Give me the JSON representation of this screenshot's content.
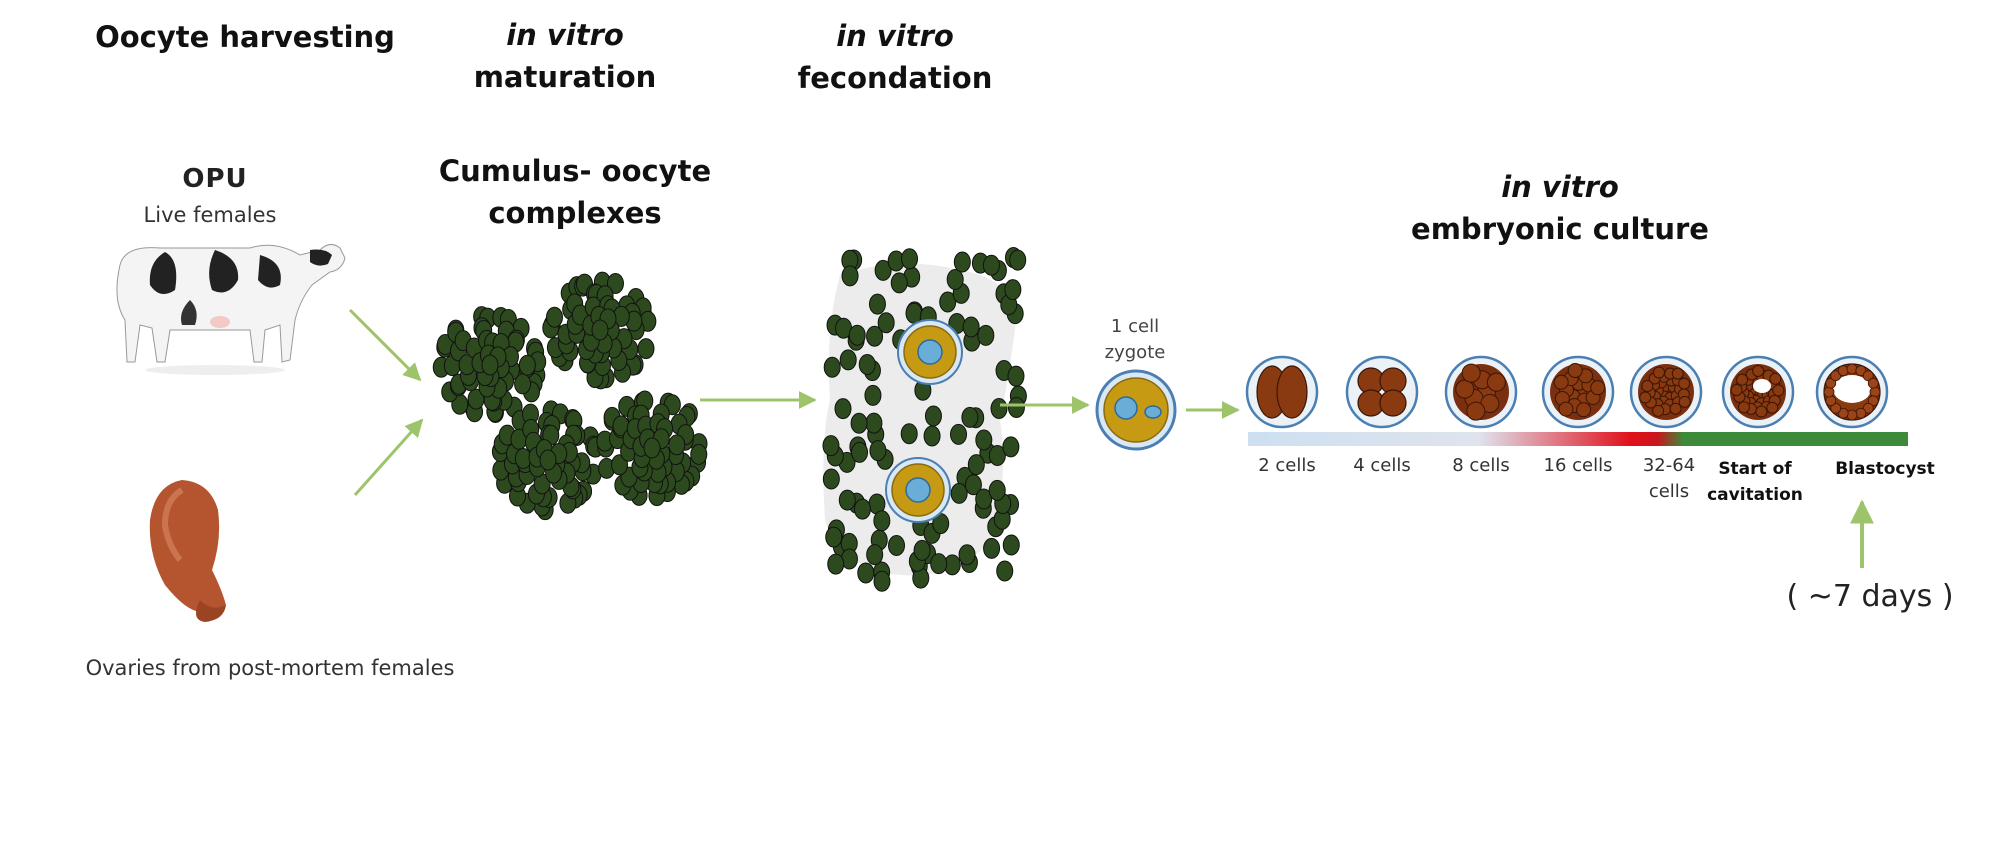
{
  "headers": {
    "oocyte_harvesting": "Oocyte harvesting",
    "ivm_italic": "in vitro",
    "ivm_text": "maturation",
    "ivf_italic": "in vitro",
    "ivf_text": "fecondation",
    "cumulus_line1": "Cumulus- oocyte",
    "cumulus_line2": "complexes",
    "culture_italic": "in vitro",
    "culture_text": "embryonic culture"
  },
  "sources": {
    "opu_title": "OPU",
    "opu_subtitle": "Live females",
    "ovaries_caption": "Ovaries from post-mortem females"
  },
  "zygote": {
    "line1": "1 cell",
    "line2": "zygote"
  },
  "stages": [
    {
      "label": "2 cells",
      "bold": false
    },
    {
      "label": "4 cells",
      "bold": false
    },
    {
      "label": "8 cells",
      "bold": false
    },
    {
      "label": "16 cells",
      "bold": false
    },
    {
      "label": "32-64 cells",
      "bold": false
    },
    {
      "label": "Start of cavitation",
      "bold": true
    },
    {
      "label": "Blastocyst",
      "bold": true
    }
  ],
  "duration": "( ~7 days )",
  "colors": {
    "arrow": "#9dc46a",
    "cumulus_cell": "#2d4a1e",
    "oocyte_ring": "#c79a14",
    "nucleus": "#6aaed8",
    "embryo": "#8a3a10",
    "bar_start": "#cde0f0",
    "bar_mid": "#e0101a",
    "bar_end": "#3d8a3a"
  }
}
